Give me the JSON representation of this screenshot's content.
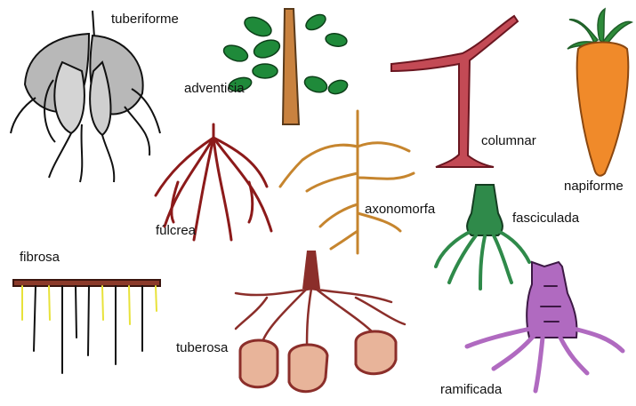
{
  "labels": {
    "tuberiforme": "tuberiforme",
    "adventicia": "adventicia",
    "columnar": "columnar",
    "napiforme": "napiforme",
    "fulcrea": "fúlcrea",
    "axonomorfa": "axonomorfa",
    "fasciculada": "fasciculada",
    "fibrosa": "fibrosa",
    "tuberosa": "tuberosa",
    "ramificada": "ramificada"
  },
  "colors": {
    "tuberiforme": "#9a9a9a",
    "adventicia_stem": "#c9823f",
    "adventicia_leaf": "#1f8a3a",
    "columnar": "#a32835",
    "napiforme": "#f08a2a",
    "napiforme_leaf": "#2e8b3a",
    "fulcrea": "#8c1a1a",
    "axonomorfa": "#c6852e",
    "fasciculada": "#2f8a4a",
    "fibrosa_base": "#8b3a2a",
    "fibrosa_tip": "#e8e23a",
    "tuberosa": "#8b2e2a",
    "tuberosa_tuber": "#e8b49a",
    "ramificada": "#b06ac0"
  },
  "icons": [
    "tuberiforme-root-icon",
    "adventicia-root-icon",
    "columnar-root-icon",
    "napiforme-root-icon",
    "fulcrea-root-icon",
    "axonomorfa-root-icon",
    "fasciculada-root-icon",
    "fibrosa-root-icon",
    "tuberosa-root-icon",
    "ramificada-root-icon"
  ]
}
